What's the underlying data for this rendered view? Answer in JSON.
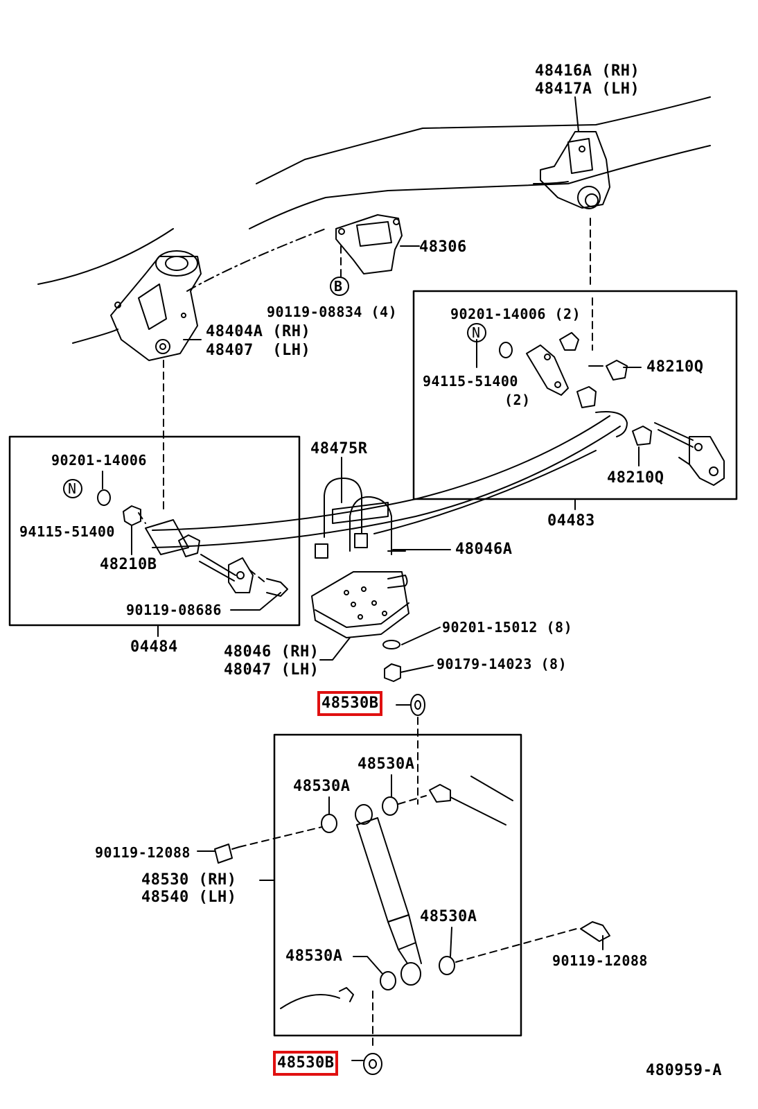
{
  "highlight_color": "#e01010",
  "labels": {
    "p48416": "48416A (RH)",
    "p48417": "48417A (LH)",
    "p48306": "48306",
    "p90119_08834": "90119-08834 (4)",
    "p48404": "48404A (RH)",
    "p48407": "48407  (LH)",
    "p90201_14006_2": "90201-14006 (2)",
    "p48210q_a": "48210Q",
    "p94115_2": "94115-51400",
    "p94115_2q": "(2)",
    "p48210q_b": "48210Q",
    "p04483": "04483",
    "p90201_14006": "90201-14006",
    "p94115": "94115-51400",
    "p48210b": "48210B",
    "p90119_08686": "90119-08686",
    "p04484": "04484",
    "p48475r": "48475R",
    "p48046a": "48046A",
    "p90201_15012": "90201-15012 (8)",
    "p48046": "48046 (RH)",
    "p48047": "48047 (LH)",
    "p90179_14023": "90179-14023 (8)",
    "p48530b_top": "48530B",
    "p48530a_1": "48530A",
    "p48530a_2": "48530A",
    "p90119_12088_l": "90119-12088",
    "p48530": "48530 (RH)",
    "p48540": "48540 (LH)",
    "p48530a_3": "48530A",
    "p48530a_4": "48530A",
    "p90119_12088_r": "90119-12088",
    "p48530b_bot": "48530B",
    "diagram_id": "480959-A",
    "n_badge_1": "N",
    "n_badge_2": "N",
    "b_badge": "B"
  }
}
